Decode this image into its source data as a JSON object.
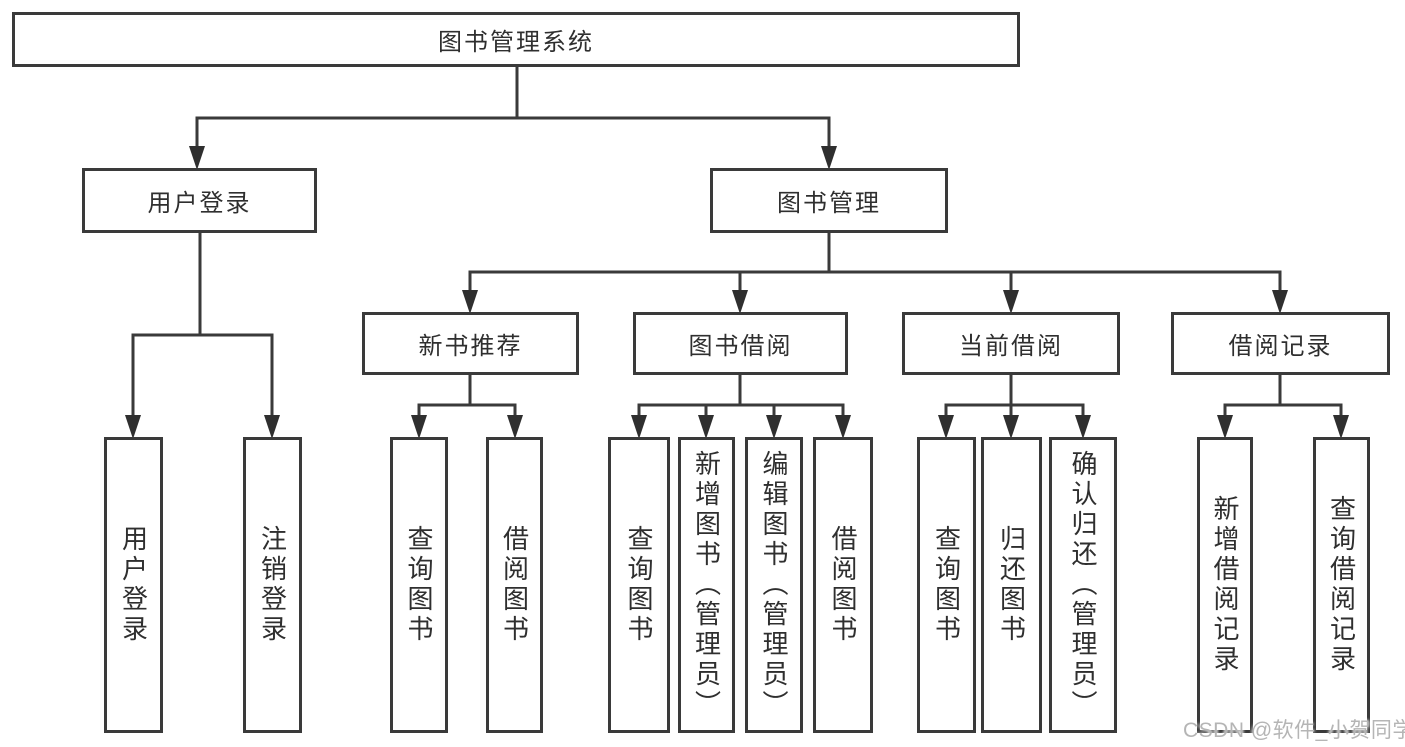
{
  "diagram": {
    "root": {
      "label": "图书管理系统"
    },
    "level2": [
      {
        "label": "用户登录"
      },
      {
        "label": "图书管理"
      }
    ],
    "level3": [
      {
        "label": "新书推荐"
      },
      {
        "label": "图书借阅"
      },
      {
        "label": "当前借阅"
      },
      {
        "label": "借阅记录"
      }
    ],
    "leaves": {
      "user_login": [
        {
          "label": "用户登录"
        },
        {
          "label": "注销登录"
        }
      ],
      "new_book_recommend": [
        {
          "label": "查询图书"
        },
        {
          "label": "借阅图书"
        }
      ],
      "book_borrow": [
        {
          "label": "查询图书"
        },
        {
          "label": "新增图书（管理员）"
        },
        {
          "label": "编辑图书（管理员）"
        },
        {
          "label": "借阅图书"
        }
      ],
      "current_borrow": [
        {
          "label": "查询图书"
        },
        {
          "label": "归还图书"
        },
        {
          "label": "确认归还（管理员）"
        }
      ],
      "borrow_record": [
        {
          "label": "新增借阅记录"
        },
        {
          "label": "查询借阅记录"
        }
      ]
    }
  },
  "watermark": {
    "text": "CSDN @软件_小贺同学"
  },
  "colors": {
    "line": "#3a3a3a",
    "text": "#2f2f2f",
    "watermark": "#b5b5b5",
    "background": "#ffffff"
  }
}
